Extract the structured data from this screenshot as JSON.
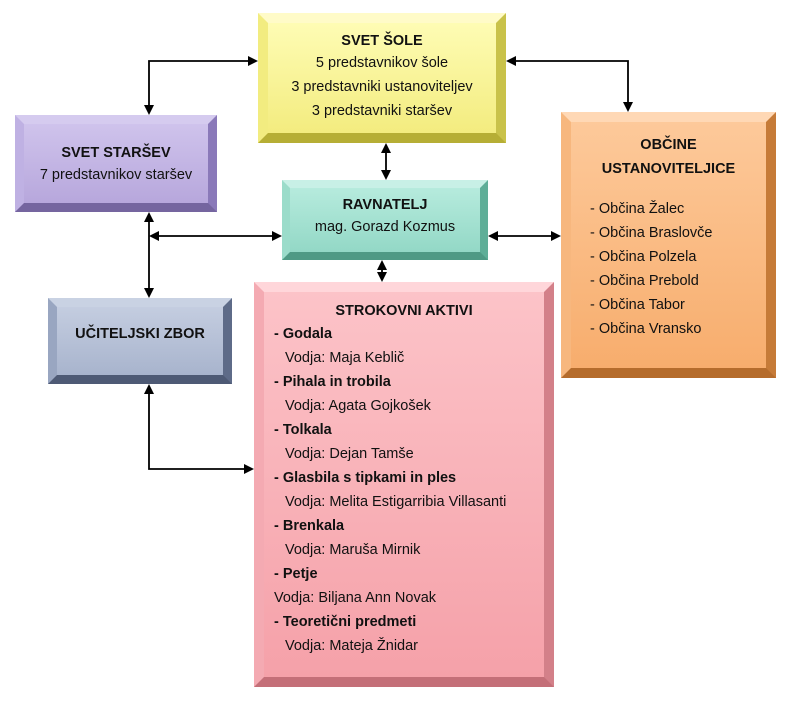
{
  "svet_sole": {
    "title": "SVET ŠOLE",
    "lines": [
      "5 predstavnikov šole",
      "3 predstavniki ustanoviteljev",
      "3 predstavniki staršev"
    ]
  },
  "svet_starsev": {
    "title": "SVET STARŠEV",
    "lines": [
      "7 predstavnikov staršev"
    ]
  },
  "ravnatelj": {
    "title": "RAVNATELJ",
    "name": "mag. Gorazd Kozmus"
  },
  "obcine": {
    "title_line1": "OBČINE",
    "title_line2": "USTANOVITELJICE",
    "items": [
      "- Občina Žalec",
      "- Občina Braslovče",
      "- Občina Polzela",
      "- Občina Prebold",
      "- Občina Tabor",
      "- Občina Vransko"
    ]
  },
  "uciteljski_zbor": {
    "title": "UČITELJSKI ZBOR"
  },
  "strokovni_aktivi": {
    "title": "STROKOVNI AKTIVI",
    "groups": [
      {
        "name": "- Godala",
        "leader": "Vodja: Maja Keblič"
      },
      {
        "name": "- Pihala in trobila",
        "leader": "Vodja: Agata Gojkošek"
      },
      {
        "name": "- Tolkala",
        "leader": "Vodja: Dejan Tamše"
      },
      {
        "name": "- Glasbila s tipkami in ples",
        "leader": "Vodja: Melita Estigarribia Villasanti"
      },
      {
        "name": "- Brenkala",
        "leader": "Vodja: Maruša Mirnik"
      },
      {
        "name": "- Petje",
        "leader": "Vodja: Biljana Ann Novak"
      },
      {
        "name": "- Teoretični predmeti",
        "leader": "Vodja: Mateja Žnidar"
      }
    ]
  },
  "colors": {
    "svet_sole": "#f7f3a0",
    "svet_starsev": "#c4b6e6",
    "ravnatelj": "#a6e2d3",
    "obcine": "#fbbc84",
    "uciteljski_zbor": "#b6c0d6",
    "strokovni_aktivi": "#f9b3ba",
    "connector": "#000000"
  }
}
